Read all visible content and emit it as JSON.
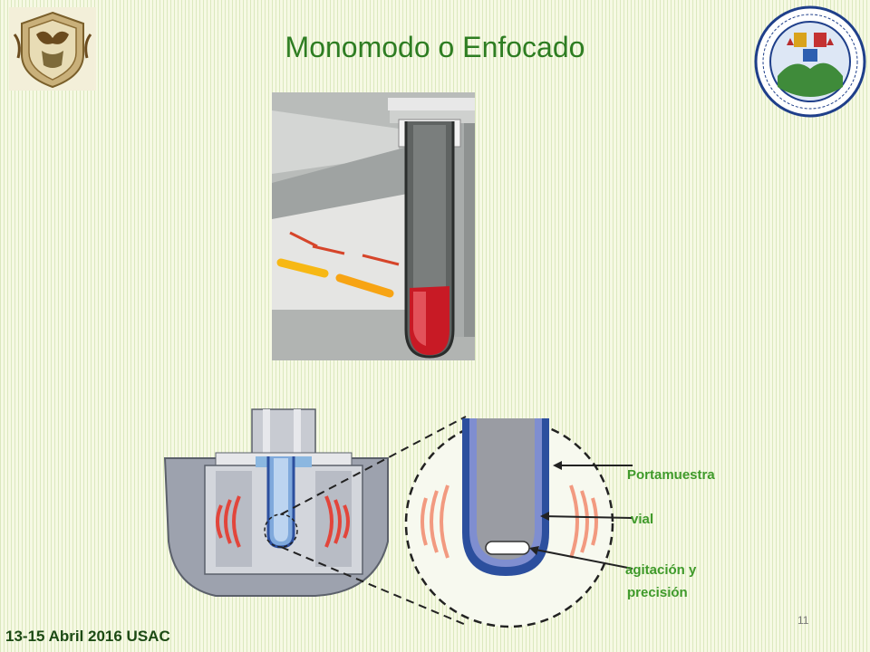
{
  "slide": {
    "title": "Monomodo o Enfocado",
    "footer": "13-15 Abril 2016 USAC",
    "page_number": "11"
  },
  "diagram": {
    "labels": {
      "holder": "Portamuestra",
      "vial": "vial",
      "stirring_line1": "agitación y",
      "stirring_line2": "precisión"
    },
    "colors": {
      "title": "#2e7d22",
      "label": "#3f9a2a",
      "vial_blue": "#2c4f9e",
      "waves_red": "#e2453b",
      "waves_salmon": "#f29a80"
    }
  },
  "icons": {
    "left_logo": "unam-crest-icon",
    "right_logo": "usac-seal-icon"
  }
}
